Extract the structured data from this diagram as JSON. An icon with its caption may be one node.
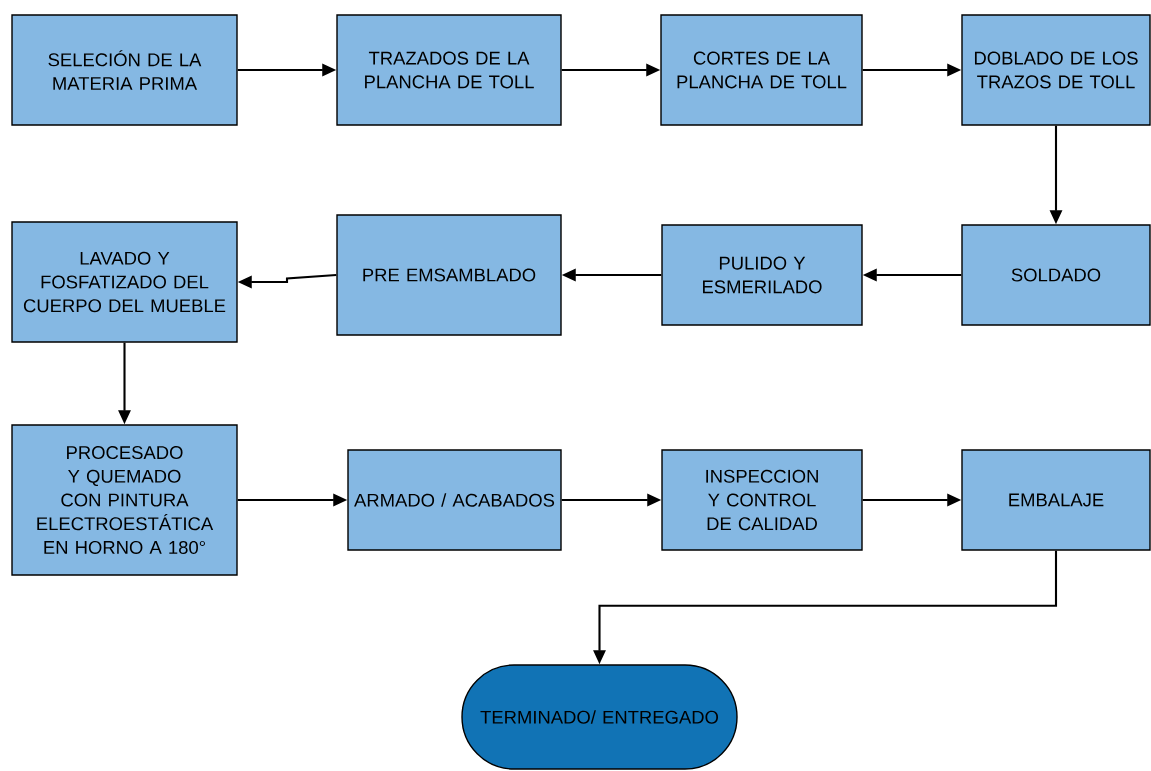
{
  "diagram": {
    "nodes": [
      {
        "text": [
          "SELECIÓN DE LA MATERIA PRIMA"
        ]
      },
      {
        "text": [
          "TRAZADOS DE LA PLANCHA DE TOLL"
        ]
      },
      {
        "text": [
          "CORTES DE LA PLANCHA DE TOLL"
        ]
      },
      {
        "text": [
          "DOBLADO DE LOS TRAZOS DE TOLL"
        ]
      },
      {
        "text": [
          "SOLDADO"
        ]
      },
      {
        "text": [
          "PULIDO Y ESMERILADO"
        ]
      },
      {
        "text": [
          "PRE EMSAMBLADO"
        ]
      },
      {
        "text": [
          "LAVADO Y FOSFATIZADO DEL CUERPO DEL MUEBLE"
        ]
      },
      {
        "text": [
          "PROCESADO Y QUEMADO CON PINTURA ELECTROESTÁTICA EN HORNO A 180°"
        ]
      },
      {
        "text": [
          "ARMADO / ACABADOS"
        ]
      },
      {
        "text": [
          "INSPECCION Y CONTROL DE CALIDAD"
        ]
      },
      {
        "text": [
          "EMBALAJE"
        ]
      },
      {
        "text": [
          "TERMINADO/ ENTREGADO"
        ]
      }
    ],
    "edges": [
      {
        "from": 0,
        "to": 1,
        "arrow": "to"
      },
      {
        "from": 1,
        "to": 2,
        "arrow": "to"
      },
      {
        "from": 2,
        "to": 3,
        "arrow": "to"
      },
      {
        "from": 3,
        "to": 4,
        "arrow": "to"
      },
      {
        "from": 4,
        "to": 5,
        "arrow": "to"
      },
      {
        "from": 5,
        "to": 6,
        "arrow": "to"
      },
      {
        "from": 6,
        "to": 7,
        "arrow": "to"
      },
      {
        "from": 7,
        "to": 8,
        "arrow": "to"
      },
      {
        "from": 8,
        "to": 9,
        "arrow": "to"
      },
      {
        "from": 9,
        "to": 10,
        "arrow": "to"
      },
      {
        "from": 10,
        "to": 11,
        "arrow": "to"
      },
      {
        "from": 11,
        "to": 12,
        "arrow": "to"
      }
    ]
  }
}
